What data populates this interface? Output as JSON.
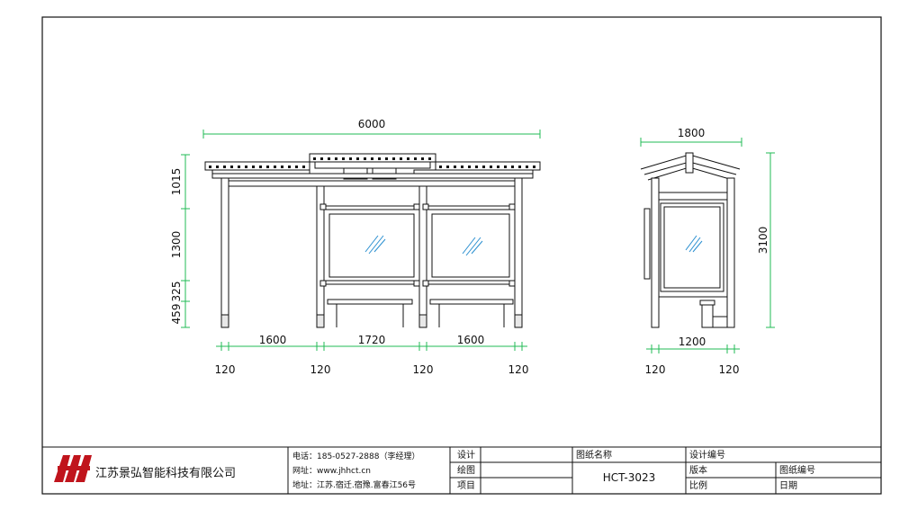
{
  "front_view": {
    "overall_width": "6000",
    "heights": [
      "1015",
      "1300",
      "325",
      "459"
    ],
    "spans": [
      "1600",
      "1720",
      "1600"
    ],
    "posts": [
      "120",
      "120",
      "120",
      "120"
    ]
  },
  "side_view": {
    "overall_width": "1800",
    "overall_height": "3100",
    "base_width": "1200",
    "posts": [
      "120",
      "120"
    ]
  },
  "title_block": {
    "company_name": "江苏景弘智能科技有限公司",
    "phone": "电话：185-0527-2888（李经理）",
    "website": "网址：www.jhhct.cn",
    "address": "地址：江苏.宿迁.宿豫.富春江56号",
    "labels": {
      "design": "设计",
      "drawing": "绘图",
      "project": "项目",
      "drawing_name": "图纸名称",
      "design_no": "设计编号",
      "version": "版本",
      "drawing_no": "图纸编号",
      "scale": "比例",
      "date": "日期"
    },
    "drawing_name_value": "HCT-3023"
  },
  "colors": {
    "dimension": "#22bb55",
    "glass": "#2a8fd0",
    "brand": "#c0141c",
    "line": "#111111"
  }
}
